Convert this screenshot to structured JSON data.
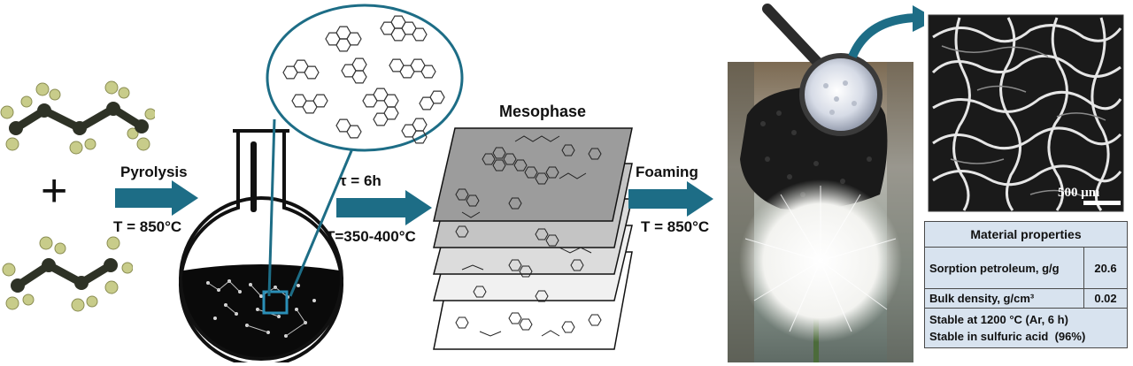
{
  "colors": {
    "arrow": "#1d6d86",
    "molecule_carbon": "#2e3226",
    "molecule_h": "#c8cc8a",
    "flask_liquid": "#0a0a0a",
    "table_bg": "#d8e3ef",
    "highlight": "#2a8fb7"
  },
  "steps": {
    "pyrolysis": {
      "name": "Pyrolysis",
      "temp": "T = 850°C"
    },
    "mesophase_formation": {
      "time": "τ = 6h",
      "temp": "T=350-400°C"
    },
    "mesophase_label": "Mesophase",
    "foaming": {
      "name": "Foaming",
      "temp": "T = 850°C"
    }
  },
  "plus_sign": "+",
  "sem_scale": "500 μm",
  "properties": {
    "title": "Material properties",
    "rows": [
      {
        "label": "Sorption petroleum, g/g",
        "value": "20.6"
      },
      {
        "label": "Bulk density, g/cm³",
        "value": "0.02"
      }
    ],
    "notes": [
      "Stable at 1200 °C (Ar, 6 h)",
      "Stable in sulfuric acid  (96%)"
    ]
  }
}
